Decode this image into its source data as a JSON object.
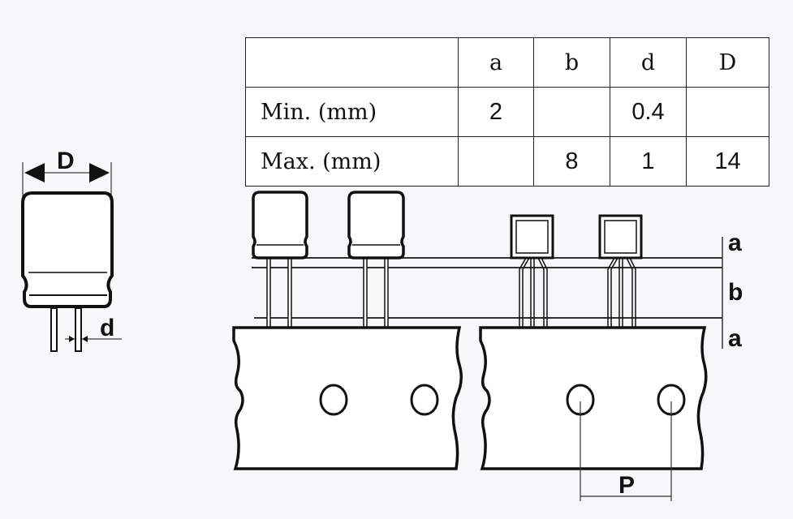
{
  "table": {
    "headers": [
      "",
      "a",
      "b",
      "d",
      "D"
    ],
    "rows": [
      {
        "label": "Min. (mm)",
        "a": "2",
        "b": "",
        "d": "0.4",
        "D": ""
      },
      {
        "label": "Max. (mm)",
        "a": "",
        "b": "8",
        "d": "1",
        "D": "14"
      }
    ]
  },
  "diagram": {
    "capacitor_labels": {
      "diameter": "D",
      "lead": "d"
    },
    "tape_labels": {
      "a_top": "a",
      "b": "b",
      "a_bottom": "a",
      "pitch": "P"
    }
  }
}
